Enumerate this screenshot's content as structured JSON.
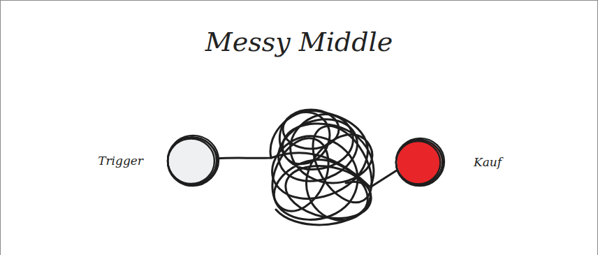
{
  "diagram": {
    "title": "Messy Middle",
    "nodes": [
      {
        "text": [
          "Trigger"
        ]
      },
      {
        "text": [
          "Kauf"
        ]
      }
    ],
    "edges": [
      {
        "from": 0,
        "to": 1,
        "arrow": "none"
      }
    ]
  }
}
